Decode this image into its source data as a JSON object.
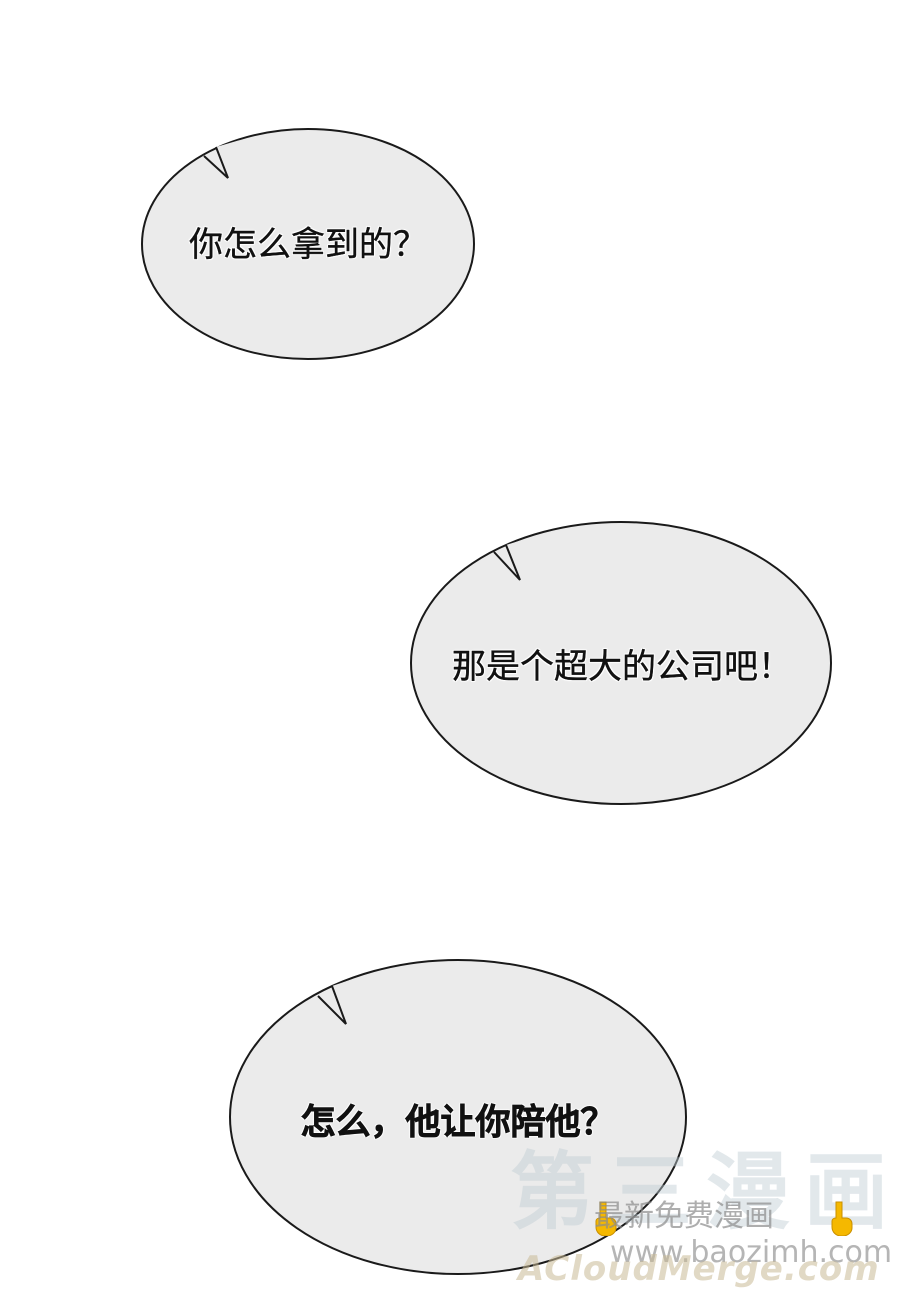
{
  "bubbles": [
    {
      "text": "你怎么拿到的？"
    },
    {
      "text": "那是个超大的公司吧！"
    },
    {
      "text": "怎么，他让你陪他？"
    }
  ],
  "watermark": {
    "big_text": "第三漫画",
    "tagline": "最新免费漫画",
    "url": "www.baozimh.com",
    "brand": "ACloudMerge.com",
    "icon": "pointing-down-hand-icon"
  },
  "colors": {
    "bubble_fill": "#ebebeb",
    "bubble_stroke": "#1a1a1a",
    "background": "#ffffff",
    "hand_icon": "#f5b800"
  }
}
